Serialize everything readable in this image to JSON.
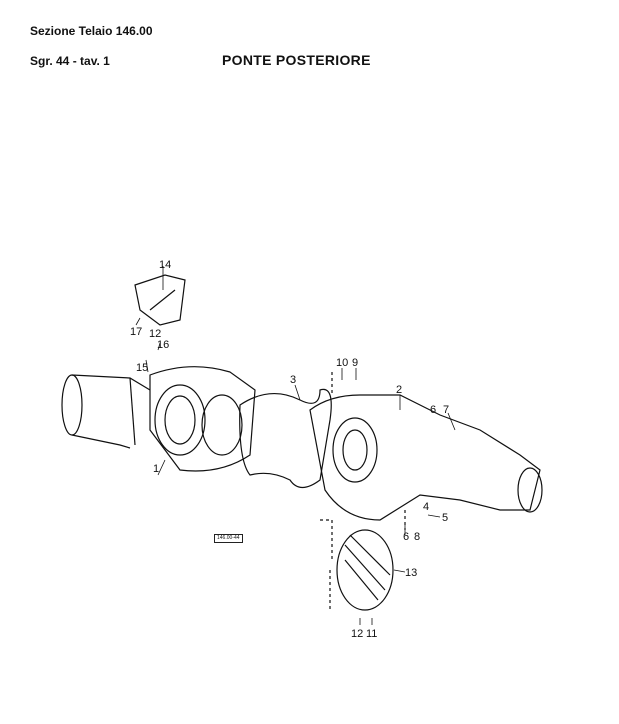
{
  "header": {
    "section": "Sezione Telaio 146.00",
    "group": "Sgr. 44 - tav. 1",
    "title": "PONTE POSTERIORE"
  },
  "drawing_code": "146.00-44",
  "callouts": [
    "1",
    "2",
    "3",
    "4",
    "5",
    "6",
    "7",
    "6",
    "8",
    "9",
    "10",
    "11",
    "12",
    "12",
    "13",
    "14",
    "15",
    "16",
    "17"
  ]
}
